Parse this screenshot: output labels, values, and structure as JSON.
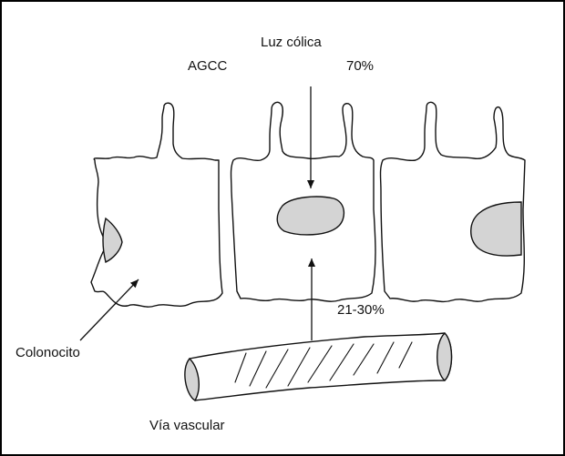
{
  "labels": {
    "lumen": "Luz cólica",
    "agcc": "AGCC",
    "pct_lumen": "70%",
    "pct_vascular": "21-30%",
    "colonocyte": "Colonocito",
    "vascular": "Vía vascular"
  },
  "colors": {
    "stroke": "#111111",
    "nucleus_fill": "#d4d4d4",
    "frame": "#000000",
    "background": "#ffffff"
  }
}
